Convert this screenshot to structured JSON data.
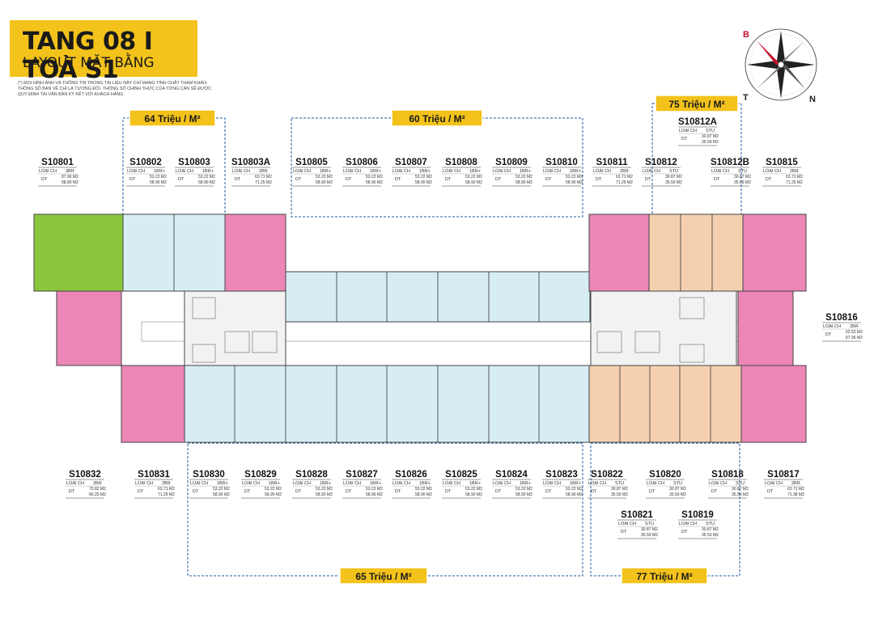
{
  "header": {
    "title": "TANG 08  I  TOÀ S1",
    "subtitle": "LAYOUT MẶT BẰNG",
    "note": "(*) MỌI HÌNH ẢNH VÀ THÔNG TIN TRONG TÀI LIỆU NÀY CHỈ MANG TÍNH CHẤT THAM KHẢO. THÔNG SỐ BẢN VẼ CHỈ LÀ TƯƠNG ĐỐI. THÔNG SỐ CHÍNH THỨC CỦA TỪNG CĂN SẼ ĐƯỢC QUY ĐỊNH TẠI VĂN BẢN KÝ KẾT VỚI KHÁCH HÀNG"
  },
  "compass": {
    "b": "B",
    "t": "T",
    "n": "N"
  },
  "field_labels": {
    "type": "LOẠI CH",
    "area": "DT"
  },
  "price_zones": [
    {
      "label": "64 Triệu / M²"
    },
    {
      "label": "60 Triệu / M²"
    },
    {
      "label": "75 Triệu / M²"
    },
    {
      "label": "65 Triệu / M²"
    },
    {
      "label": "77 Triệu / M²"
    }
  ],
  "colors": {
    "green": "#8cc63e",
    "pink": "#ec86b7",
    "blue": "#d6edf3",
    "peach": "#f5d0b0",
    "gray": "#f2f2f2",
    "gold": "#f3c21b"
  },
  "units": [
    {
      "code": "S10801",
      "type": "3BR",
      "areas": [
        "87.90 M2",
        "98.80 M2"
      ]
    },
    {
      "code": "S10802",
      "type": "1BR+",
      "areas": [
        "53.22 M2",
        "58.90 M2"
      ]
    },
    {
      "code": "S10803",
      "type": "1BR+",
      "areas": [
        "53.22 M2",
        "58.90 M2"
      ]
    },
    {
      "code": "S10803A",
      "type": "2BR",
      "areas": [
        "63.71 M2",
        "71.25 M2"
      ]
    },
    {
      "code": "S10805",
      "type": "1BR+",
      "areas": [
        "53.22 M2",
        "58.90 M2"
      ]
    },
    {
      "code": "S10806",
      "type": "1BR+",
      "areas": [
        "53.22 M2",
        "58.90 M2"
      ]
    },
    {
      "code": "S10807",
      "type": "1BR+",
      "areas": [
        "53.22 M2",
        "58.90 M2"
      ]
    },
    {
      "code": "S10808",
      "type": "1BR+",
      "areas": [
        "53.22 M2",
        "58.90 M2"
      ]
    },
    {
      "code": "S10809",
      "type": "1BR+",
      "areas": [
        "53.22 M2",
        "58.90 M2"
      ]
    },
    {
      "code": "S10810",
      "type": "1BR+",
      "areas": [
        "53.22 M2",
        "58.90 M2"
      ]
    },
    {
      "code": "S10811",
      "type": "2BR",
      "areas": [
        "63.71 M2",
        "71.25 M2"
      ]
    },
    {
      "code": "S10812",
      "type": "STU",
      "areas": [
        "30.87 M2",
        "35.59 M2"
      ]
    },
    {
      "code": "S10812A",
      "type": "STU",
      "areas": [
        "30.87 M2",
        "35.59 M2"
      ]
    },
    {
      "code": "S10812B",
      "type": "STU",
      "areas": [
        "30.87 M2",
        "35.59 M2"
      ]
    },
    {
      "code": "S10815",
      "type": "2BR",
      "areas": [
        "63.71 M2",
        "71.25 M2"
      ]
    },
    {
      "code": "S10816",
      "type": "2BR",
      "areas": [
        "62.52 M2",
        "67.96 M2"
      ]
    },
    {
      "code": "S10817",
      "type": "2BR",
      "areas": [
        "63.71 M2",
        "71.38 M2"
      ]
    },
    {
      "code": "S10818",
      "type": "STU",
      "areas": [
        "30.87 M2",
        "35.59 M2"
      ]
    },
    {
      "code": "S10819",
      "type": "STU",
      "areas": [
        "30.87 M2",
        "35.59 M2"
      ]
    },
    {
      "code": "S10820",
      "type": "STU",
      "areas": [
        "30.87 M2",
        "35.59 M2"
      ]
    },
    {
      "code": "S10821",
      "type": "STU",
      "areas": [
        "30.87 M2",
        "35.59 M2"
      ]
    },
    {
      "code": "S10822",
      "type": "STU",
      "areas": [
        "30.87 M2",
        "35.59 M2"
      ]
    },
    {
      "code": "S10823",
      "type": "1BR+",
      "areas": [
        "53.22 M2",
        "58.90 M2"
      ]
    },
    {
      "code": "S10824",
      "type": "1BR+",
      "areas": [
        "53.22 M2",
        "58.90 M2"
      ]
    },
    {
      "code": "S10825",
      "type": "1BR+",
      "areas": [
        "53.22 M2",
        "58.90 M2"
      ]
    },
    {
      "code": "S10826",
      "type": "1BR+",
      "areas": [
        "53.22 M2",
        "58.90 M2"
      ]
    },
    {
      "code": "S10827",
      "type": "1BR+",
      "areas": [
        "53.22 M2",
        "58.90 M2"
      ]
    },
    {
      "code": "S10828",
      "type": "1BR+",
      "areas": [
        "53.22 M2",
        "58.90 M2"
      ]
    },
    {
      "code": "S10829",
      "type": "1BR+",
      "areas": [
        "53.22 M2",
        "58.90 M2"
      ]
    },
    {
      "code": "S10830",
      "type": "1BR+",
      "areas": [
        "53.22 M2",
        "58.90 M2"
      ]
    },
    {
      "code": "S10831",
      "type": "2BR",
      "areas": [
        "63.71 M2",
        "71.29 M2"
      ]
    },
    {
      "code": "S10832",
      "type": "2BR",
      "areas": [
        "70.82 M2",
        "80.25 M2"
      ]
    }
  ]
}
